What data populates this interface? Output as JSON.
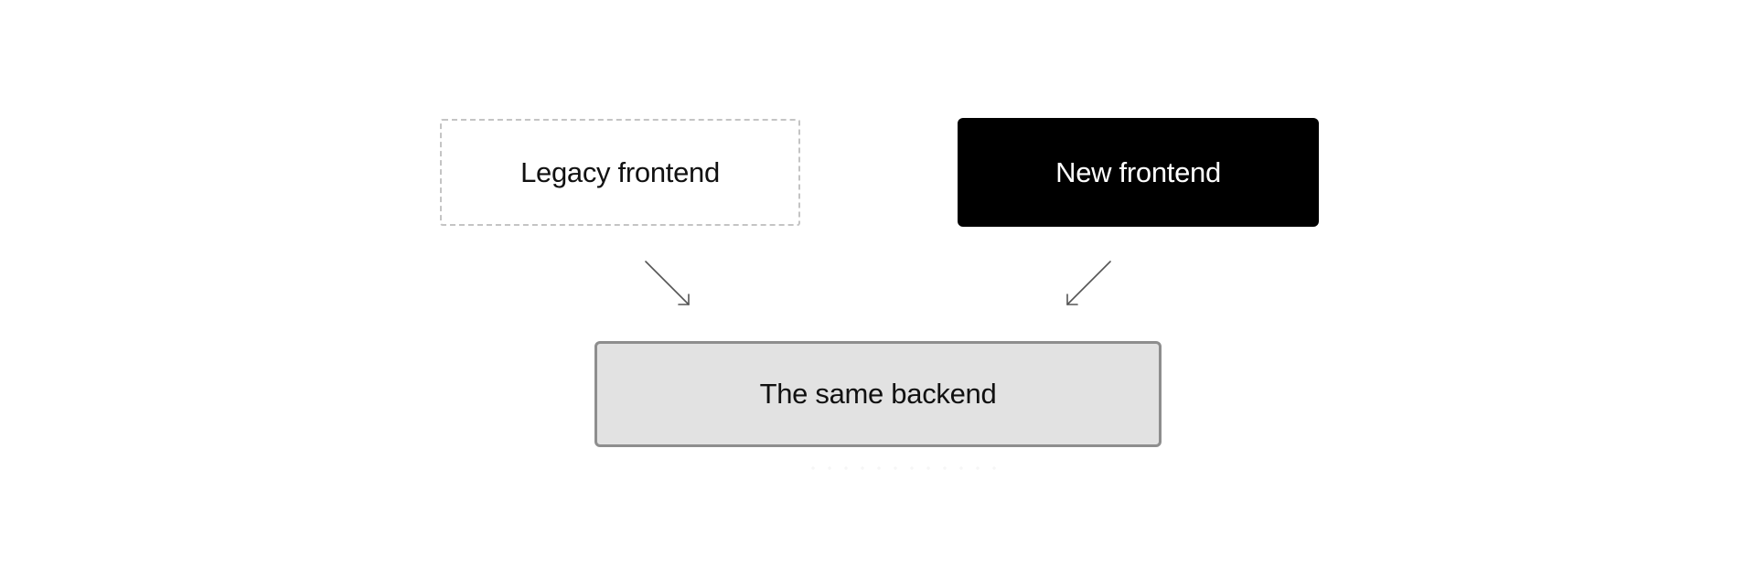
{
  "diagram": {
    "nodes": {
      "legacy_frontend": "Legacy frontend",
      "new_frontend": "New frontend",
      "backend": "The same backend"
    },
    "edges": [
      {
        "from": "Legacy frontend",
        "to": "The same backend"
      },
      {
        "from": "New frontend",
        "to": "The same backend"
      }
    ],
    "colors": {
      "legacy_border": "#c4c4c4",
      "new_frontend_fill": "#000000",
      "backend_fill": "#e2e2e2",
      "backend_border": "#8e8e8e",
      "arrow": "#555555"
    }
  }
}
